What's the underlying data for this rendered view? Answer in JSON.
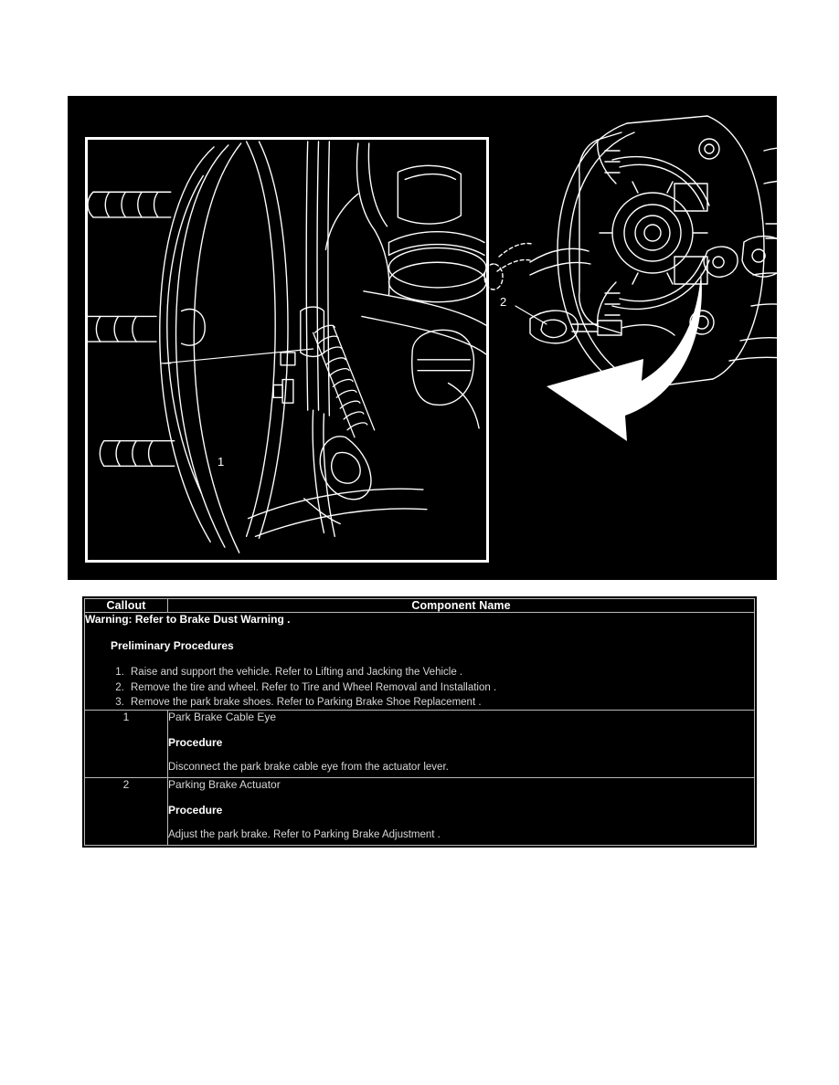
{
  "illustration": {
    "panel_background": "#000000",
    "line_color": "#ffffff",
    "left_view_label": "brake rotor and park brake cable assembly",
    "right_view_label": "parking brake backing plate detail",
    "arrow_label": "detail-enlargement-arrow",
    "callouts": [
      {
        "id": "1",
        "number": "1"
      },
      {
        "id": "2",
        "number": "2"
      }
    ]
  },
  "table": {
    "headers": {
      "callout": "Callout",
      "component_name": "Component Name"
    },
    "warning": "Warning: Refer to Brake Dust Warning .",
    "preliminary_heading": "Preliminary Procedures",
    "preliminary_steps": [
      "Raise and support the vehicle. Refer to Lifting and Jacking the Vehicle .",
      "Remove the tire and wheel. Refer to Tire and Wheel Removal and Installation .",
      "Remove the park brake shoes. Refer to Parking Brake Shoe Replacement ."
    ],
    "rows": [
      {
        "callout": "1",
        "name": "Park Brake Cable Eye",
        "procedure_label": "Procedure",
        "procedure_text": "Disconnect the park brake cable eye from the actuator lever."
      },
      {
        "callout": "2",
        "name": "Parking Brake Actuator",
        "procedure_label": "Procedure",
        "procedure_text": "Adjust the park brake. Refer to Parking Brake Adjustment ."
      }
    ]
  }
}
